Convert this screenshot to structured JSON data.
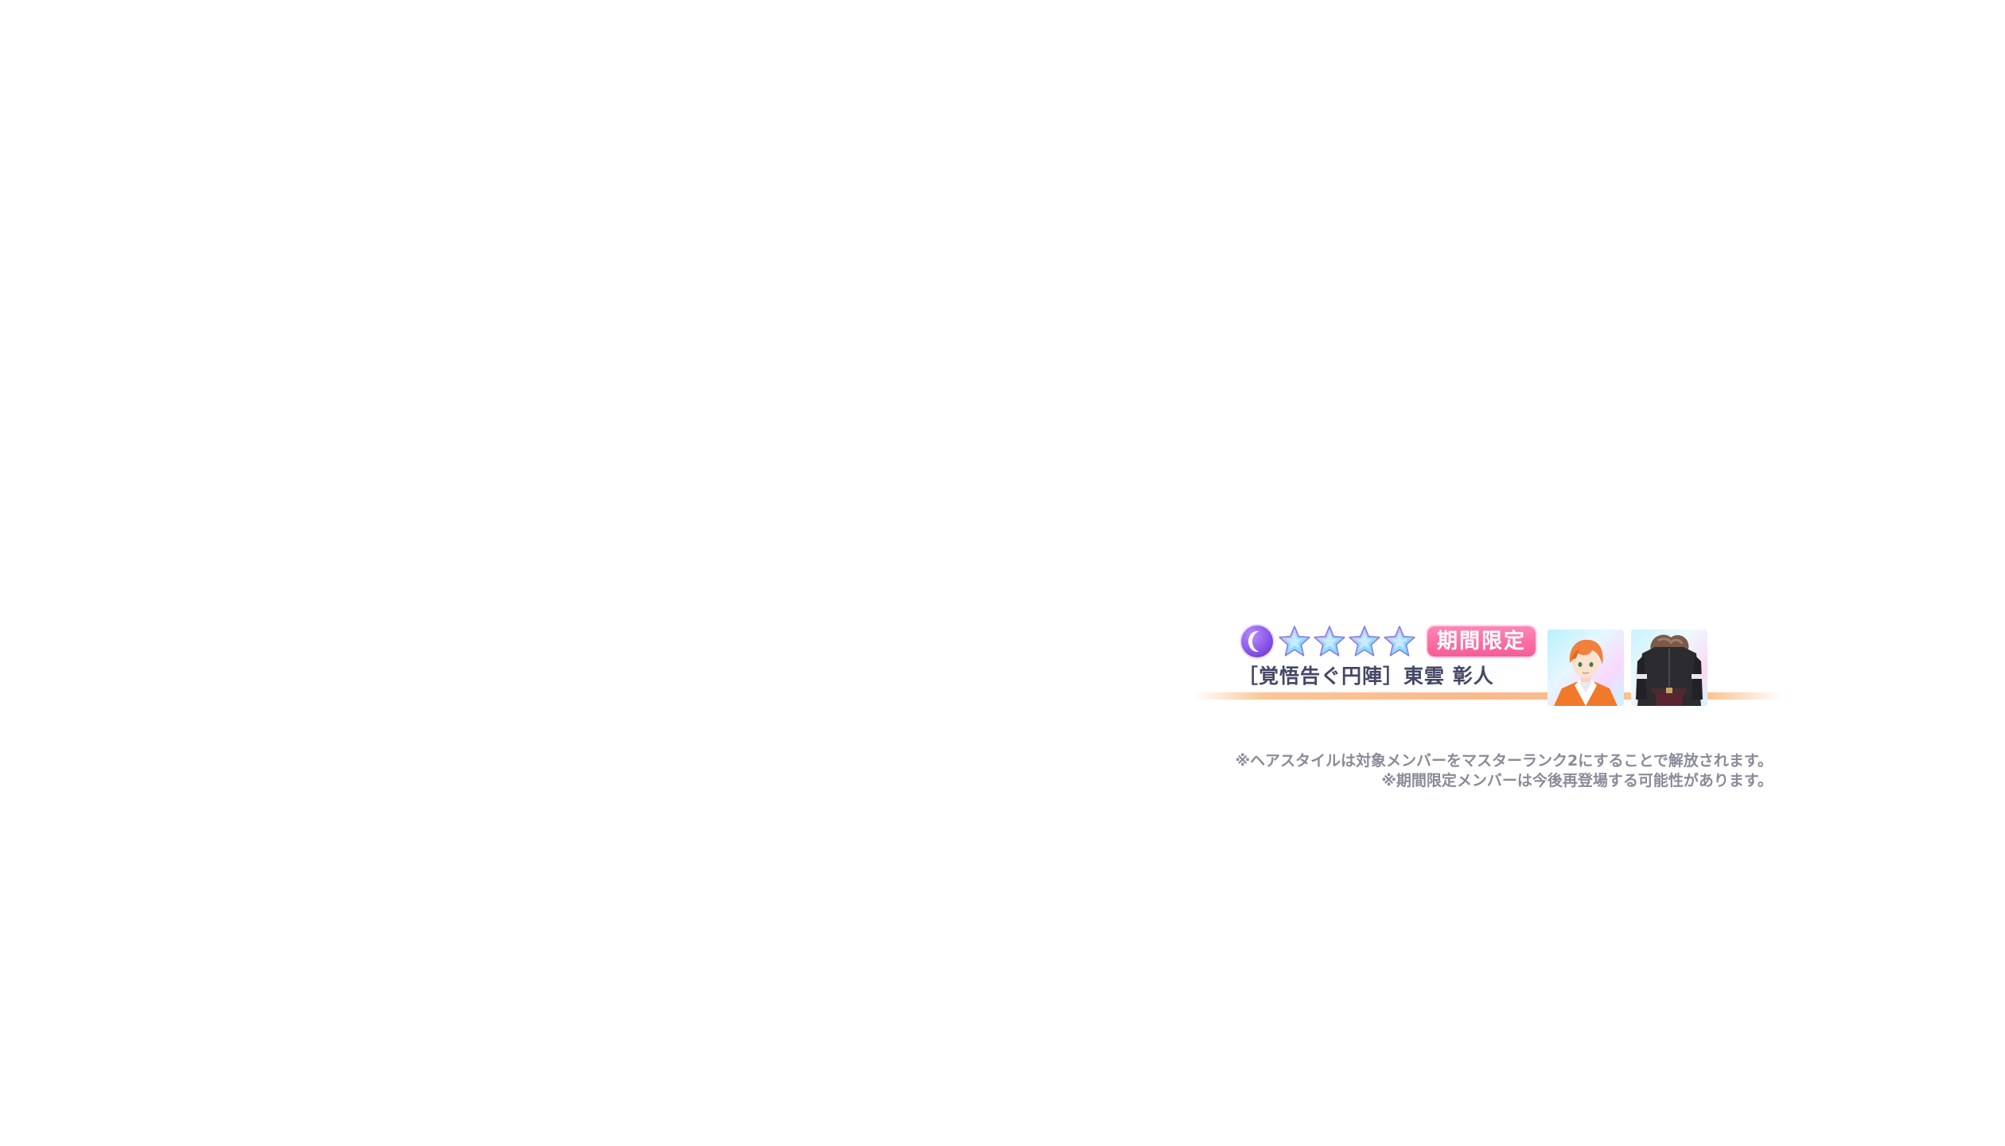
{
  "card": {
    "attribute_icon": "mysterious-moon-icon",
    "star_count": 4,
    "star_icon": "rainbow-star-icon",
    "limited_badge": "期間限定",
    "title": "［覚悟告ぐ円陣］東雲 彰人",
    "rewards": [
      {
        "icon": "hairstyle-thumbnail-icon"
      },
      {
        "icon": "outfit-thumbnail-icon"
      }
    ]
  },
  "notes": {
    "line1": "※ヘアスタイルは対象メンバーをマスターランク2にすることで解放されます。",
    "line2": "※期間限定メンバーは今後再登場する可能性があります。"
  },
  "colors": {
    "badge_pink": "#f45c97",
    "title_text": "#454766",
    "note_text": "#8a8b99",
    "underline_orange": "#fbb98a",
    "attribute_purple": "#7d47e0"
  }
}
